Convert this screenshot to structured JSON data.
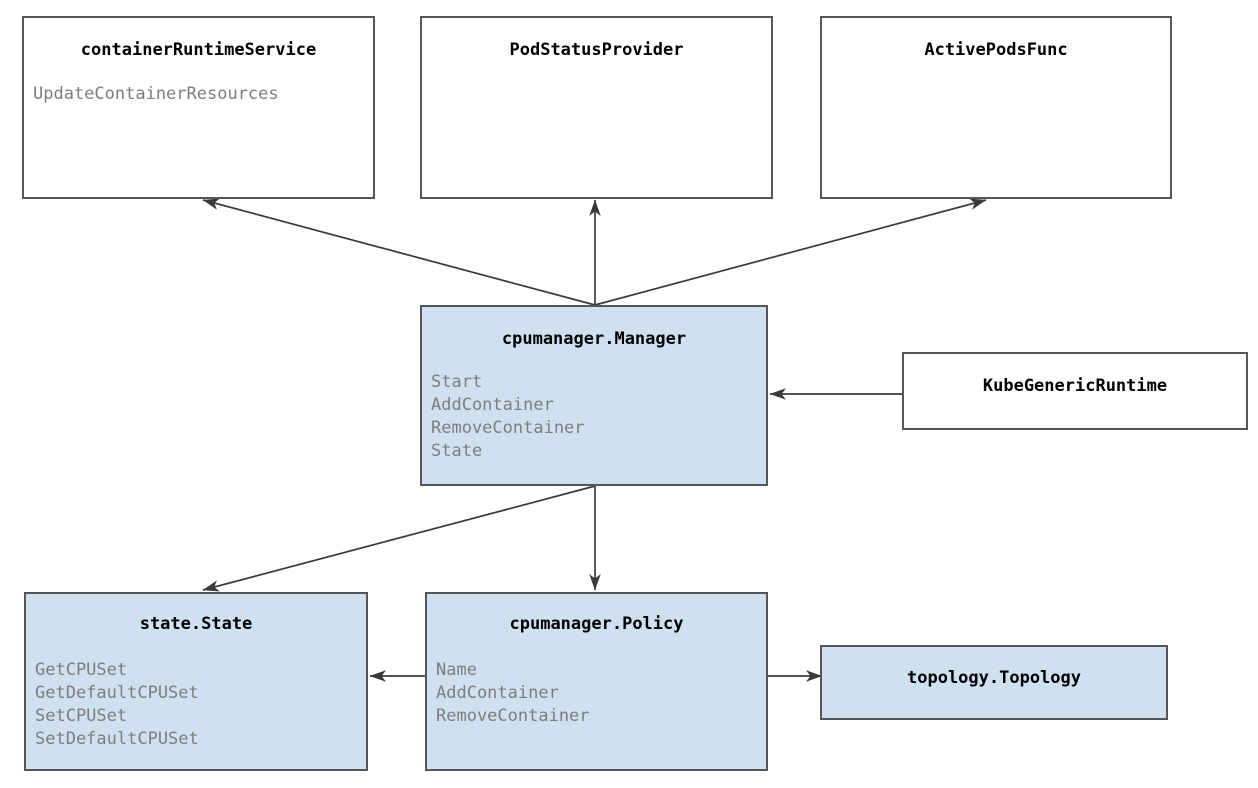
{
  "diagram": {
    "kind": "uml-class-diagram",
    "colors": {
      "node_fill_white": "#ffffff",
      "node_fill_blue": "#cfe1f1",
      "node_border": "#565656",
      "title_text": "#000000",
      "member_text": "#7d7d7d",
      "edge_stroke": "#3a3a3a",
      "background": "#ffffff"
    },
    "nodes": [
      {
        "id": "containerRuntimeService",
        "title": "containerRuntimeService",
        "fill": "white",
        "members": [
          "UpdateContainerResources"
        ]
      },
      {
        "id": "podStatusProvider",
        "title": "PodStatusProvider",
        "fill": "white",
        "members": []
      },
      {
        "id": "activePodsFunc",
        "title": "ActivePodsFunc",
        "fill": "white",
        "members": []
      },
      {
        "id": "cpumanagerManager",
        "title": "cpumanager.Manager",
        "fill": "blue",
        "members": [
          "Start",
          "AddContainer",
          "RemoveContainer",
          "State"
        ]
      },
      {
        "id": "kubeGenericRuntime",
        "title": "KubeGenericRuntime",
        "fill": "white",
        "members": []
      },
      {
        "id": "stateState",
        "title": "state.State",
        "fill": "blue",
        "members": [
          "GetCPUSet",
          "GetDefaultCPUSet",
          "SetCPUSet",
          "SetDefaultCPUSet"
        ]
      },
      {
        "id": "cpumanagerPolicy",
        "title": "cpumanager.Policy",
        "fill": "blue",
        "members": [
          "Name",
          "AddContainer",
          "RemoveContainer"
        ]
      },
      {
        "id": "topologyTopology",
        "title": "topology.Topology",
        "fill": "blue",
        "members": []
      }
    ],
    "edges": [
      {
        "from": "cpumanagerManager",
        "to": "containerRuntimeService",
        "style": "solid-arrow"
      },
      {
        "from": "cpumanagerManager",
        "to": "podStatusProvider",
        "style": "solid-arrow"
      },
      {
        "from": "cpumanagerManager",
        "to": "activePodsFunc",
        "style": "solid-arrow"
      },
      {
        "from": "kubeGenericRuntime",
        "to": "cpumanagerManager",
        "style": "solid-arrow"
      },
      {
        "from": "cpumanagerManager",
        "to": "stateState",
        "style": "solid-arrow"
      },
      {
        "from": "cpumanagerManager",
        "to": "cpumanagerPolicy",
        "style": "solid-arrow"
      },
      {
        "from": "cpumanagerPolicy",
        "to": "stateState",
        "style": "solid-arrow"
      },
      {
        "from": "cpumanagerPolicy",
        "to": "topologyTopology",
        "style": "solid-arrow"
      }
    ]
  }
}
